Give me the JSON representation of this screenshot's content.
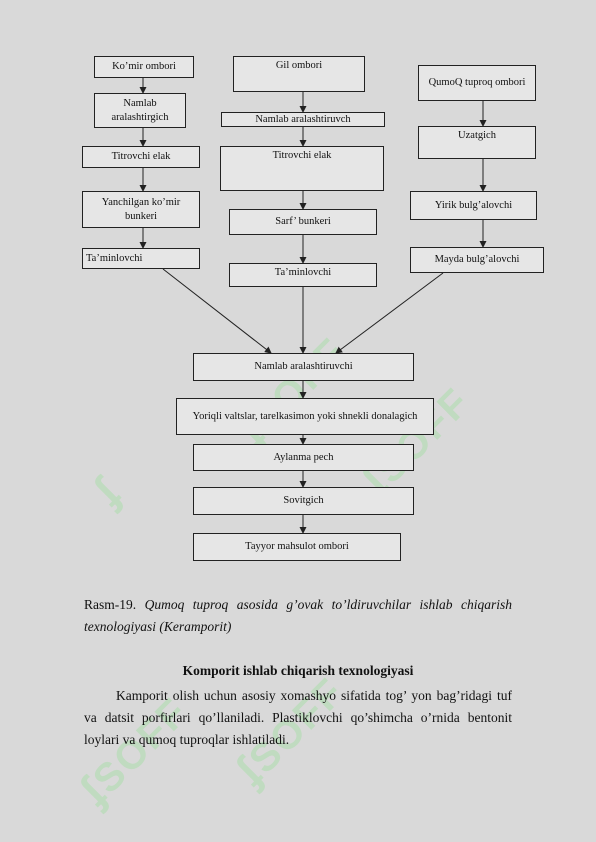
{
  "flowchart": {
    "col1": {
      "b1": "Ko’mir ombori",
      "b2": "Namlab aralashtirgich",
      "b3": "Titrovchi elak",
      "b4": "Yanchilgan ko’mir bunkeri",
      "b5": "Ta’minlovchi"
    },
    "col2": {
      "b1": "Gil ombori",
      "b2": "Namlab aralashtiruvch",
      "b3": "Titrovchi elak",
      "b4": "Sarf’ bunkeri",
      "b5": "Ta’minlovchi"
    },
    "col3": {
      "b1": "QumoQ tuproq ombori",
      "b2": "Uzatgich",
      "b3": "Yirik bulg’alovchi",
      "b4": "Mayda bulg’alovchi"
    },
    "main": {
      "b1": "Namlab aralashtiruvchi",
      "b2": "Yoriqli valtslar, tarelkasimon yoki shnekli donalagich",
      "b3": "Aylanma pech",
      "b4": "Sovitgich",
      "b5": "Tayyor mahsulot ombori"
    }
  },
  "caption": {
    "number": "Rasm-19.",
    "title_line1": "Qumoq   tuproq   asosida   g’ovak   to’ldiruvchilar   ishlab   chiqarish",
    "title_line2": "texnologiyasi (Keramporit)"
  },
  "section": {
    "heading": "Komporit ishlab chiqarish texnologiyasi",
    "paragraph": "Kamporit olish uchun asosiy xomashyo sifatida tog’ yon bag’ridagi tuf va datsit porfirlari qo’llaniladi. Plastiklovchi qo’shimcha o’rnida bentonit loylari va qumoq tuproqlar ishlatiladi."
  },
  "watermark": {
    "text": "SOFF"
  }
}
